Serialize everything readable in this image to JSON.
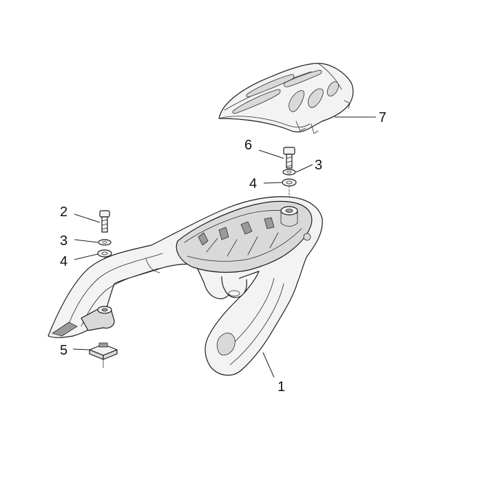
{
  "callouts": {
    "c1": "1",
    "c2": "2",
    "c3a": "3",
    "c3b": "3",
    "c4a": "4",
    "c4b": "4",
    "c5": "5",
    "c6": "6",
    "c7": "7"
  },
  "colors": {
    "line": "#1a1a1a",
    "background": "#ffffff"
  }
}
